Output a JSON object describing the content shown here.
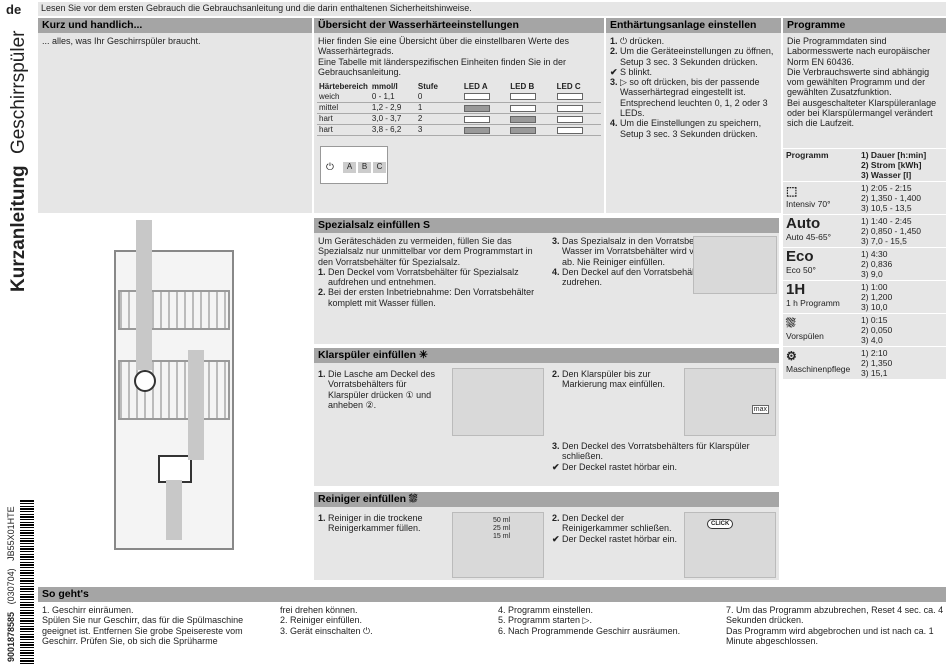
{
  "lang": "de",
  "side_title_bold": "Kurzanleitung",
  "side_title": "Geschirrspüler",
  "side_code": "JB55X01HTE",
  "side_date": "(030704)",
  "side_number": "9001878585",
  "intro": "Lesen Sie vor dem ersten Gebrauch die Gebrauchsanleitung und die darin enthaltenen Sicherheitshinweise.",
  "kurz": {
    "title": "Kurz und handlich...",
    "text": "... alles, was Ihr Geschirrspüler braucht."
  },
  "wasser": {
    "title": "Übersicht der Wasserhärteeinstellungen",
    "p1": "Hier finden Sie eine Übersicht über die einstellbaren Werte des Wasserhärtegrads.",
    "p2": "Eine Tabelle mit länderspezifischen Einheiten finden Sie in der Gebrauchsanleitung.",
    "headers": [
      "Härtebereich",
      "mmol/l",
      "Stufe",
      "LED A",
      "LED B",
      "LED C"
    ],
    "rows": [
      {
        "b": "weich",
        "m": "0 - 1,1",
        "s": "0",
        "leds": [
          0,
          0,
          0
        ]
      },
      {
        "b": "mittel",
        "m": "1,2 - 2,9",
        "s": "1",
        "leds": [
          1,
          0,
          0
        ]
      },
      {
        "b": "hart",
        "m": "3,0 - 3,7",
        "s": "2",
        "leds": [
          0,
          1,
          0
        ]
      },
      {
        "b": "hart",
        "m": "3,8 - 6,2",
        "s": "3",
        "leds": [
          1,
          1,
          0
        ]
      }
    ],
    "panel_labels": [
      "A",
      "B",
      "C"
    ]
  },
  "enth": {
    "title": "Enthärtungsanlage einstellen",
    "steps": [
      [
        "1.",
        "⏻ drücken."
      ],
      [
        "2.",
        "Um die Geräteeinstellungen zu öffnen, Setup 3 sec. 3 Sekunden drücken."
      ],
      [
        "✔",
        "S blinkt."
      ],
      [
        "3.",
        "▷ so oft drücken, bis der passende Wasserhärtegrad eingestellt ist. Entsprechend leuchten 0, 1, 2 oder 3 LEDs."
      ],
      [
        "4.",
        "Um die Einstellungen zu speichern, Setup 3 sec. 3 Sekunden drücken."
      ]
    ]
  },
  "prog": {
    "title": "Programme",
    "text": "Die Programmdaten sind Labormesswerte nach europäischer Norm EN 60436.\nDie Verbrauchswerte sind abhängig vom gewählten Programm und der gewählten Zusatzfunktion.\nBei ausgeschalteter Klarspüleranlage oder bei Klarspülermangel verändert sich die Laufzeit.",
    "col1": "Programm",
    "col2": [
      "1) Dauer [h:min]",
      "2) Strom [kWh]",
      "3) Wasser [l]"
    ],
    "rows": [
      {
        "sym": "⬚",
        "name": "Intensiv 70°",
        "v": [
          "1) 2:05 - 2:15",
          "2) 1,350 - 1,400",
          "3) 10,5 - 13,5"
        ]
      },
      {
        "sym": "Auto",
        "name": "Auto 45-65°",
        "v": [
          "1) 1:40 - 2:45",
          "2) 0,850 - 1,450",
          "3) 7,0 - 15,5"
        ]
      },
      {
        "sym": "Eco",
        "name": "Eco 50°",
        "v": [
          "1) 4:30",
          "2) 0,836",
          "3) 9,0"
        ]
      },
      {
        "sym": "1H",
        "name": "1 h Programm",
        "v": [
          "1) 1:00",
          "2) 1,200",
          "3) 10,0"
        ]
      },
      {
        "sym": "⛆",
        "name": "Vorspülen",
        "v": [
          "1) 0:15",
          "2) 0,050",
          "3) 4,0"
        ]
      },
      {
        "sym": "⚙",
        "name": "Maschinenpflege",
        "v": [
          "1) 2:10",
          "2) 1,350",
          "3) 15,1"
        ]
      }
    ]
  },
  "salz": {
    "title": "Spezialsalz einfüllen",
    "intro": "Um Geräteschäden zu vermeiden, füllen Sie das Spezialsalz nur unmittelbar vor dem Programmstart in den Vorratsbehälter für Spezialsalz.",
    "steps": [
      [
        "1.",
        "Den Deckel vom Vorratsbehälter für Spezialsalz aufdrehen und entnehmen."
      ],
      [
        "2.",
        "Bei der ersten Inbetriebnahme: Den Vorratsbehälter komplett mit Wasser füllen."
      ]
    ],
    "steps2": [
      [
        "3.",
        "Das Spezialsalz in den Vorratsbehälter füllen. Das Wasser im Vorratsbehälter wird verdrängt und läuft ab. Nie Reiniger einfüllen."
      ],
      [
        "4.",
        "Den Deckel auf den Vorratsbehälter aufsetzen und zudrehen."
      ]
    ]
  },
  "klar": {
    "title": "Klarspüler einfüllen",
    "s1": "Die Lasche am Deckel des Vorratsbehälters für Klarspüler drücken ① und anheben ②.",
    "s2": "Den Klarspüler bis zur Markierung max einfüllen.",
    "s3": "Den Deckel des Vorratsbehälters für Klarspüler schließen.",
    "s3b": "Der Deckel rastet hörbar ein.",
    "max": "max"
  },
  "rein": {
    "title": "Reiniger einfüllen",
    "s1": "Reiniger in die trockene Reinigerkammer füllen.",
    "s2": "Den Deckel der Reinigerkammer schließen.",
    "s2b": "Der Deckel rastet hörbar ein.",
    "ml": [
      "50 ml",
      "25 ml",
      "15 ml"
    ],
    "click": "CLICK"
  },
  "go": {
    "title": "So geht's",
    "c1": "1. Geschirr einräumen.\nSpülen Sie nur Geschirr, das für die Spülmaschine geeignet ist. Entfernen Sie grobe Speisereste vom Geschirr. Prüfen Sie, ob sich die Sprüharme",
    "c2": "frei drehen können.\n2. Reiniger einfüllen.\n3. Gerät einschalten ⏻.",
    "c3": "4. Programm einstellen.\n5. Programm starten ▷.\n6. Nach Programmende Geschirr ausräumen.",
    "c4": "7. Um das Programm abzubrechen, Reset 4 sec. ca. 4 Sekunden drücken.\nDas Programm wird abgebrochen und ist nach ca. 1 Minute abgeschlossen."
  }
}
